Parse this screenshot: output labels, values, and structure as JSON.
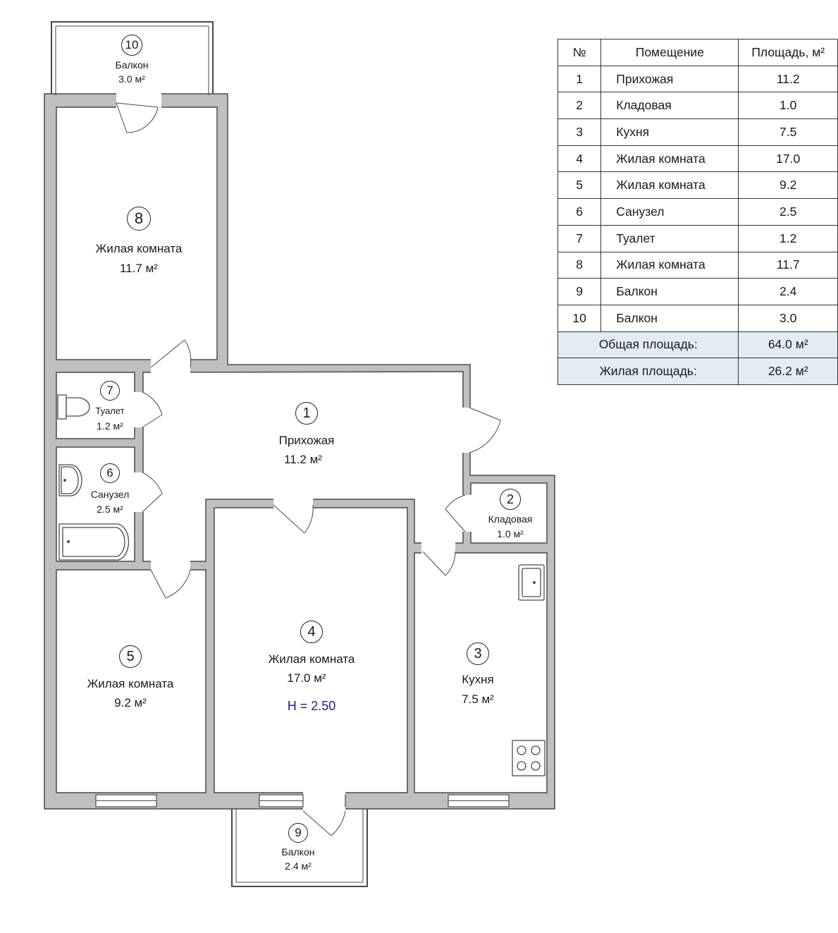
{
  "table": {
    "headers": [
      "№",
      "Помещение",
      "Площадь, м²"
    ],
    "rows": [
      [
        "1",
        "Прихожая",
        "11.2"
      ],
      [
        "2",
        "Кладовая",
        "1.0"
      ],
      [
        "3",
        "Кухня",
        "7.5"
      ],
      [
        "4",
        "Жилая комната",
        "17.0"
      ],
      [
        "5",
        "Жилая комната",
        "9.2"
      ],
      [
        "6",
        "Санузел",
        "2.5"
      ],
      [
        "7",
        "Туалет",
        "1.2"
      ],
      [
        "8",
        "Жилая комната",
        "11.7"
      ],
      [
        "9",
        "Балкон",
        "2.4"
      ],
      [
        "10",
        "Балкон",
        "3.0"
      ]
    ],
    "total_label": "Общая площадь:",
    "total_value": "64.0 м²",
    "living_label": "Жилая площадь:",
    "living_value": "26.2 м²"
  },
  "rooms": [
    {
      "num": "1",
      "name": "Прихожая",
      "area": "11.2 м²"
    },
    {
      "num": "2",
      "name": "Кладовая",
      "area": "1.0 м²"
    },
    {
      "num": "3",
      "name": "Кухня",
      "area": "7.5 м²"
    },
    {
      "num": "4",
      "name": "Жилая комната",
      "area": "17.0 м²"
    },
    {
      "num": "5",
      "name": "Жилая комната",
      "area": "9.2 м²"
    },
    {
      "num": "6",
      "name": "Санузел",
      "area": "2.5 м²"
    },
    {
      "num": "7",
      "name": "Туалет",
      "area": "1.2 м²"
    },
    {
      "num": "8",
      "name": "Жилая комната",
      "area": "11.7 м²"
    },
    {
      "num": "9",
      "name": "Балкон",
      "area": "2.4 м²"
    },
    {
      "num": "10",
      "name": "Балкон",
      "area": "3.0 м²"
    }
  ],
  "ceiling_height": "H = 2.50",
  "colors": {
    "wall_fill": "#bfbfbf",
    "wall_stroke": "#4a4a4a",
    "summary_bg": "#e3ebf4",
    "height_text": "#1a237e"
  }
}
